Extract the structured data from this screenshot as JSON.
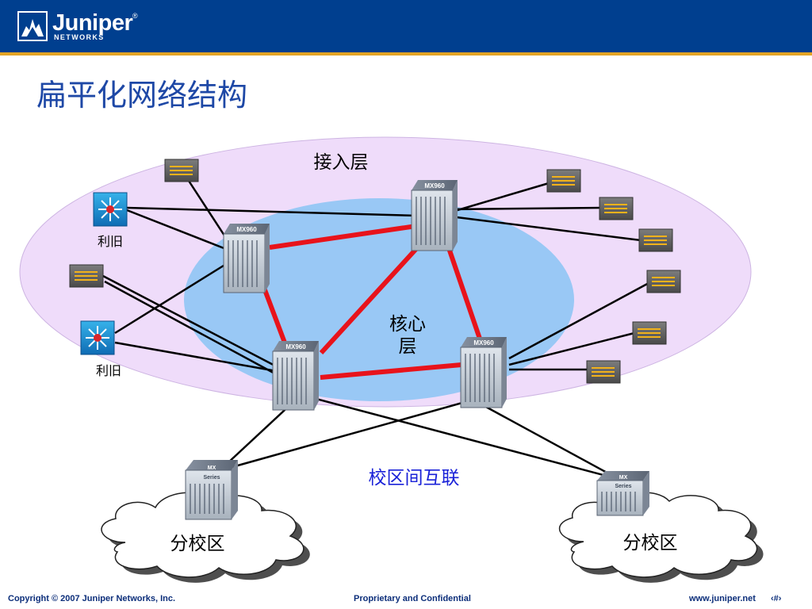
{
  "header": {
    "logo_word": "Juniper",
    "logo_registered": "®",
    "logo_sub": "NETWORKS",
    "accent_color": "#e4a425",
    "bar_color": "#003f8f"
  },
  "slide": {
    "title": "扁平化网络结构"
  },
  "diagram": {
    "access_layer_label": "接入层",
    "core_layer_label_1": "核心",
    "core_layer_label_2": "层",
    "interconnect_label": "校区间互联",
    "router_model": "MX960",
    "branch_router_model_1": "MX",
    "branch_router_model_2": "Series",
    "legacy_switch_label": "利旧",
    "branch_campus_label": "分校区",
    "core_link_color": "#e8131b",
    "access_link_color": "#000000"
  },
  "footer": {
    "copyright": "Copyright © 2007 Juniper Networks, Inc.",
    "classification": "Proprietary and Confidential",
    "website": "www.juniper.net",
    "page": "‹#›"
  }
}
